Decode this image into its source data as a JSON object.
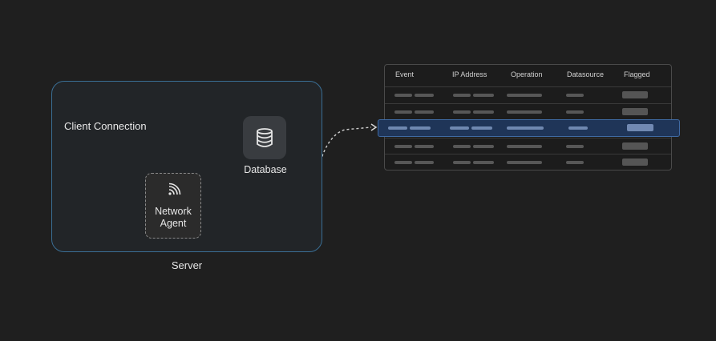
{
  "server": {
    "label": "Server",
    "client_connection_label": "Client Connection",
    "database_label": "Database",
    "agent_label": "Network\nAgent"
  },
  "icons": [
    "database-icon",
    "wifi-signal-icon",
    "arrow-head-icon"
  ],
  "colors": {
    "background": "#1f1f1f",
    "server_border": "#3a6e94",
    "highlight_row": "#1f3558",
    "highlight_border": "#3f6aa3"
  },
  "table": {
    "columns": [
      "Event",
      "IP Address",
      "Operation",
      "Datasource",
      "Flagged"
    ],
    "row_count": 5,
    "highlighted_row": 3
  }
}
